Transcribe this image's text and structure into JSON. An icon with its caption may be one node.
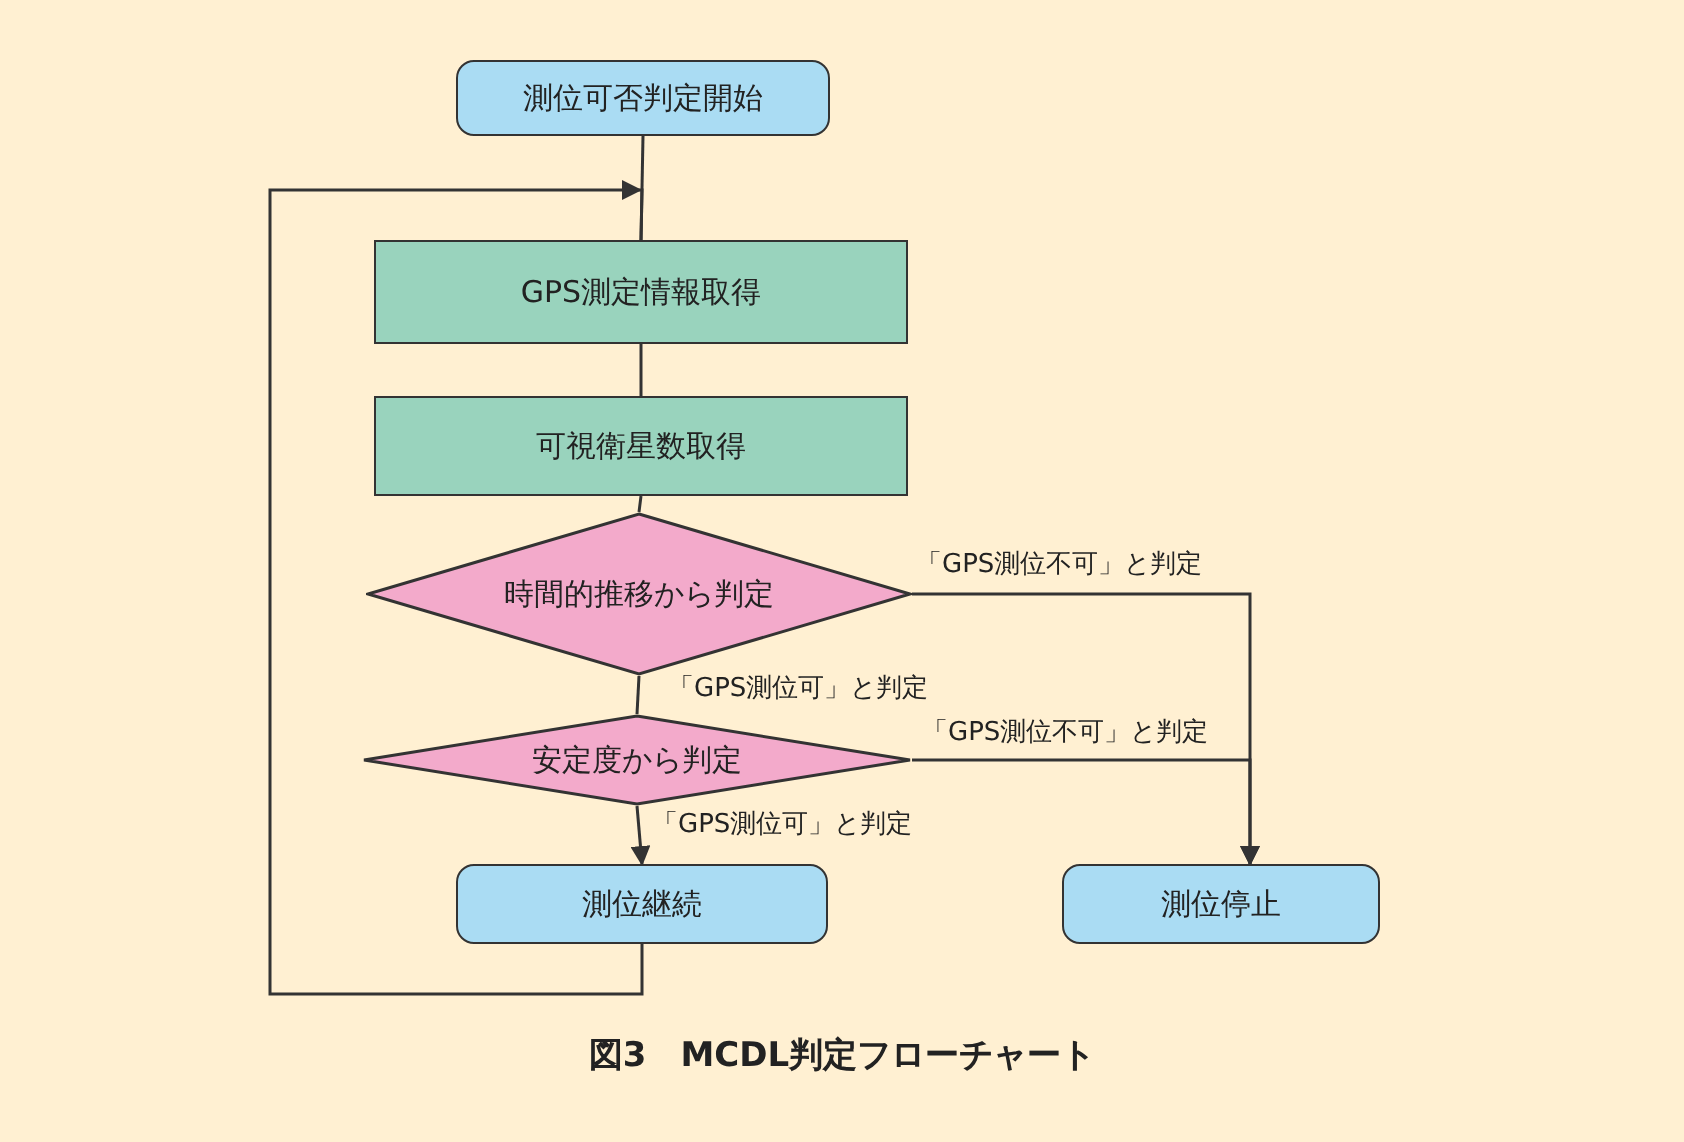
{
  "diagram": {
    "caption": "図3　MCDL判定フローチャート",
    "nodes": [
      {
        "text": [
          "測位可否判定開始"
        ]
      },
      {
        "text": [
          "GPS測定情報取得"
        ]
      },
      {
        "text": [
          "可視衛星数取得"
        ]
      },
      {
        "text": [
          "時間的推移から判定"
        ]
      },
      {
        "text": [
          "安定度から判定"
        ]
      },
      {
        "text": [
          "測位継続"
        ]
      },
      {
        "text": [
          "測位停止"
        ]
      }
    ],
    "edges": [
      {
        "from": 0,
        "to": 1,
        "arrow": "none"
      },
      {
        "from": 5,
        "to": 1,
        "arrow": "to"
      },
      {
        "from": 1,
        "to": 2,
        "arrow": "none"
      },
      {
        "from": 2,
        "to": 3,
        "arrow": "none"
      },
      {
        "from": 3,
        "to": 4,
        "arrow": "none",
        "label": "「GPS測位可」と判定"
      },
      {
        "from": 4,
        "to": 5,
        "arrow": "to",
        "label": "「GPS測位可」と判定"
      },
      {
        "from": 3,
        "to": 6,
        "arrow": "to",
        "label": "「GPS測位不可」と判定"
      },
      {
        "from": 4,
        "to": 6,
        "arrow": "to",
        "label": "「GPS測位不可」と判定"
      }
    ]
  }
}
